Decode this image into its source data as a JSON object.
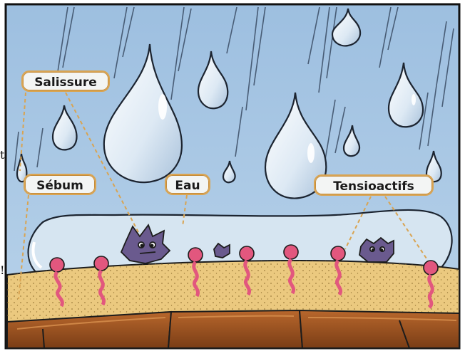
{
  "labels": {
    "salissure": "Salissure",
    "sebum": "Sébum",
    "eau": "Eau",
    "tensioactifs": "Tensioactifs"
  },
  "edge_marks": {
    "left_top": "t",
    "left_bottom": "!"
  },
  "colors": {
    "sky": "#a9c7e3",
    "drop": "#e6f0f8",
    "sebum_layer": "#e9c77e",
    "skin": "#a55a24",
    "tensioactif": "#e2577e",
    "dirt": "#6a5a8a",
    "label_border": "#d9a452"
  }
}
